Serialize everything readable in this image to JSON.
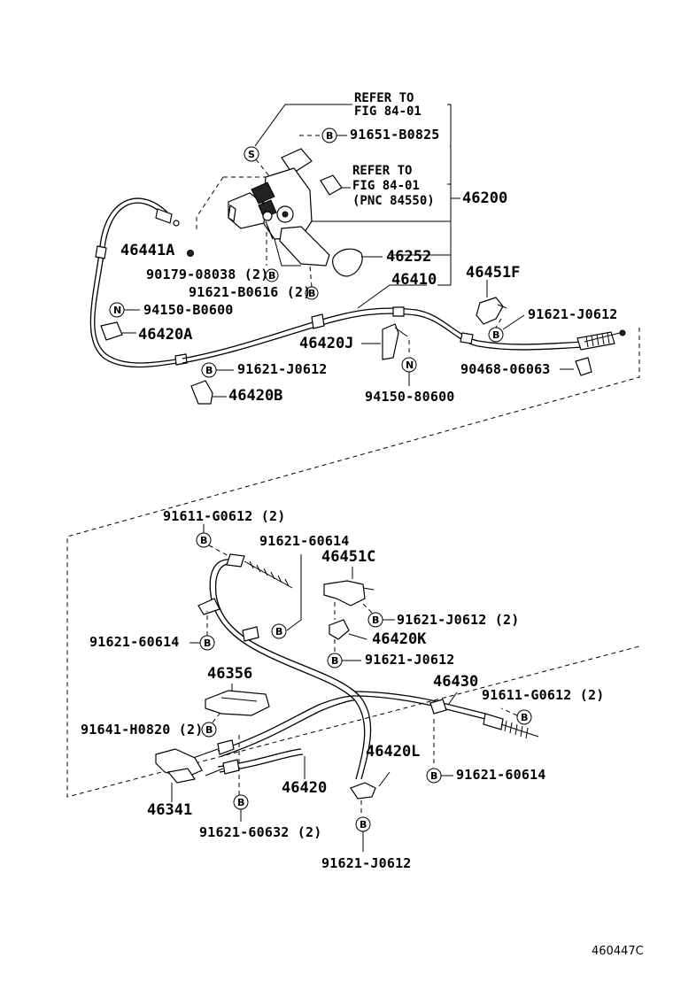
{
  "diagram": {
    "reference": "460447C",
    "notes": {
      "refer1_line1": "REFER TO",
      "refer1_line2": "FIG 84-01",
      "refer2_line1": "REFER TO",
      "refer2_line2": "FIG 84-01",
      "refer2_line3": "(PNC 84550)"
    },
    "symbols": {
      "bolt": "B",
      "nut": "N",
      "screw": "S"
    },
    "upper_parts": {
      "p91651_B0825": "91651-B0825",
      "p46200": "46200",
      "p46441A": "46441A",
      "p90179_08038": "90179-08038 (2)",
      "p91621_B0616": "91621-B0616 (2)",
      "p46252": "46252",
      "p46410": "46410",
      "p46451F": "46451F",
      "p94150_B0600": "94150-B0600",
      "p91621_J0612_right": "91621-J0612",
      "p46420A": "46420A",
      "p46420J": "46420J",
      "p91621_J0612_left": "91621-J0612",
      "p90468_06063": "90468-06063",
      "p46420B": "46420B",
      "p94150_80600": "94150-80600"
    },
    "lower_parts": {
      "p91611_G0612_top": "91611-G0612 (2)",
      "p91621_60614_top": "91621-60614",
      "p46451C": "46451C",
      "p91621_J0612_2": "91621-J0612 (2)",
      "p91621_60614_left": "91621-60614",
      "p46420K": "46420K",
      "p91621_J0612_mid": "91621-J0612",
      "p46356": "46356",
      "p46430": "46430",
      "p91611_G0612_right": "91611-G0612 (2)",
      "p91641_H0820": "91641-H0820 (2)",
      "p46420L": "46420L",
      "p91621_60614_bottom": "91621-60614",
      "p46420": "46420",
      "p46341": "46341",
      "p91621_60632": "91621-60632 (2)",
      "p91621_J0612_bottom": "91621-J0612"
    }
  }
}
